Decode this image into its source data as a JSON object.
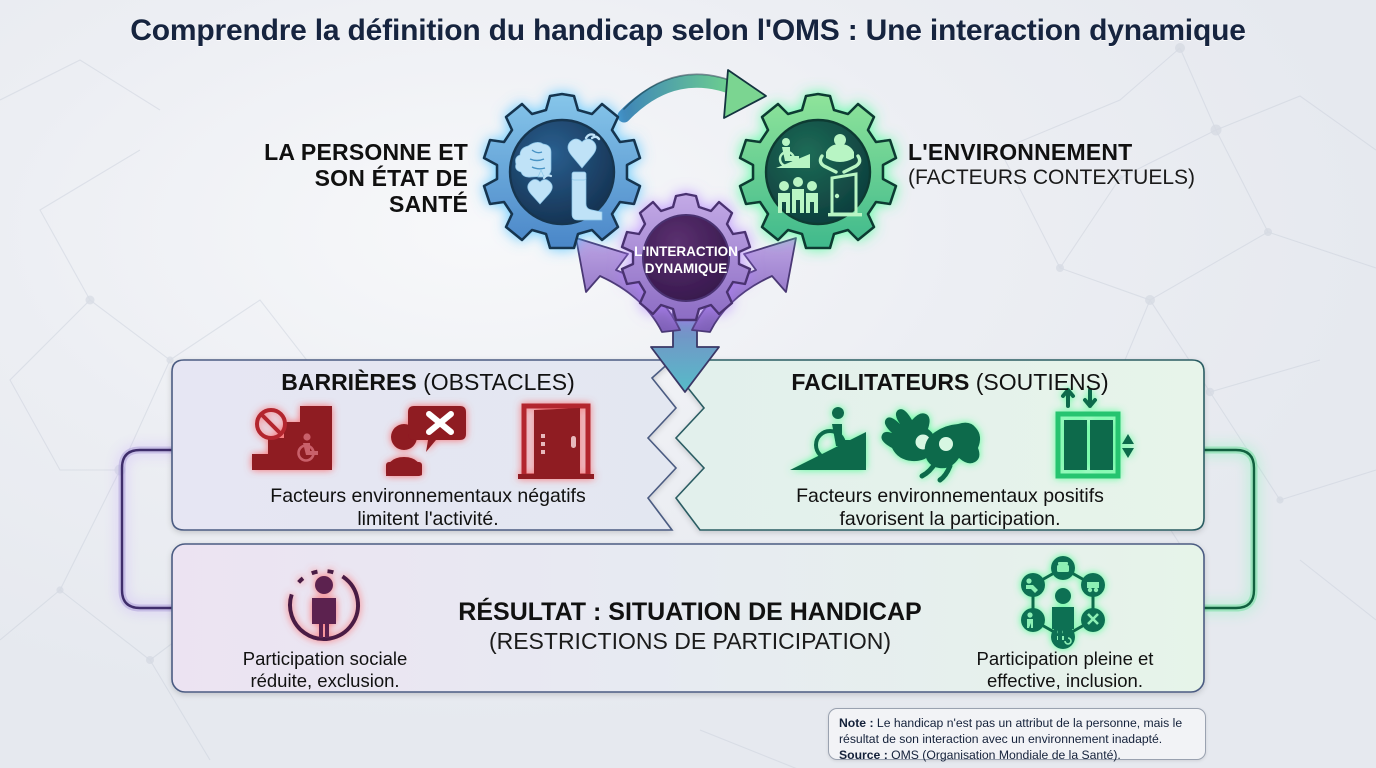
{
  "title": "Comprendre la définition du handicap selon l'OMS : Une interaction dynamique",
  "gears": {
    "person": {
      "label_line1": "LA PERSONNE ET",
      "label_line2": "SON ÉTAT DE SANTÉ",
      "icons": [
        "brain-icon",
        "heart-icon",
        "heart-icon",
        "leg-foot-icon"
      ],
      "color": "#4f9ad8"
    },
    "environment": {
      "label_line1": "L'ENVIRONNEMENT",
      "label_sub": "(FACTEURS CONTEXTUELS)",
      "icons": [
        "wheelchair-ramp-icon",
        "caring-hands-icon",
        "family-group-icon",
        "open-door-icon"
      ],
      "color": "#51c878"
    },
    "center": {
      "label_line1": "L'INTERACTION",
      "label_line2": "DYNAMIQUE",
      "color": "#9b7fd4"
    }
  },
  "panels": {
    "barriers": {
      "title_bold": "BARRIÈRES",
      "title_paren": "(OBSTACLES)",
      "description_line1": "Facteurs environnementaux négatifs",
      "description_line2": "limitent l'activité.",
      "icons": [
        "stairs-no-wheelchair-icon",
        "person-rejection-speech-icon",
        "closed-door-icon"
      ],
      "color": "#a8202a"
    },
    "facilitators": {
      "title_bold": "FACILITATEURS",
      "title_paren": "(SOUTIENS)",
      "description_line1": "Facteurs environnementaux positifs",
      "description_line2": "favorisent la participation.",
      "icons": [
        "wheelchair-ramp-icon",
        "sign-language-hands-icon",
        "elevator-icon"
      ],
      "color": "#12past"
    },
    "result": {
      "title_bold": "RÉSULTAT : SITUATION DE HANDICAP",
      "title_paren": "(RESTRICTIONS DE PARTICIPATION)",
      "left_caption_line1": "Participation sociale",
      "left_caption_line2": "réduite, exclusion.",
      "left_icon": "person-broken-circle-icon",
      "right_caption_line1": "Participation pleine et",
      "right_caption_line2": "effective, inclusion.",
      "right_icon": "person-inclusion-network-icon"
    }
  },
  "note": {
    "note_label": "Note :",
    "note_text": " Le handicap n'est pas un attribut de la personne, mais le résultat de son interaction avec un environnement inadapté.",
    "source_label": "Source :",
    "source_text": " OMS (Organisation Mondiale de la Santé)."
  },
  "colors": {
    "title": "#16243f",
    "person_gear": "#4f9ad8",
    "env_gear": "#51c878",
    "center_gear": "#9b7fd4",
    "barrier_red": "#a8202a",
    "facilitator_green": "#0e7a4f",
    "result_purple": "#5b2f63",
    "background": "#eef0f4"
  }
}
